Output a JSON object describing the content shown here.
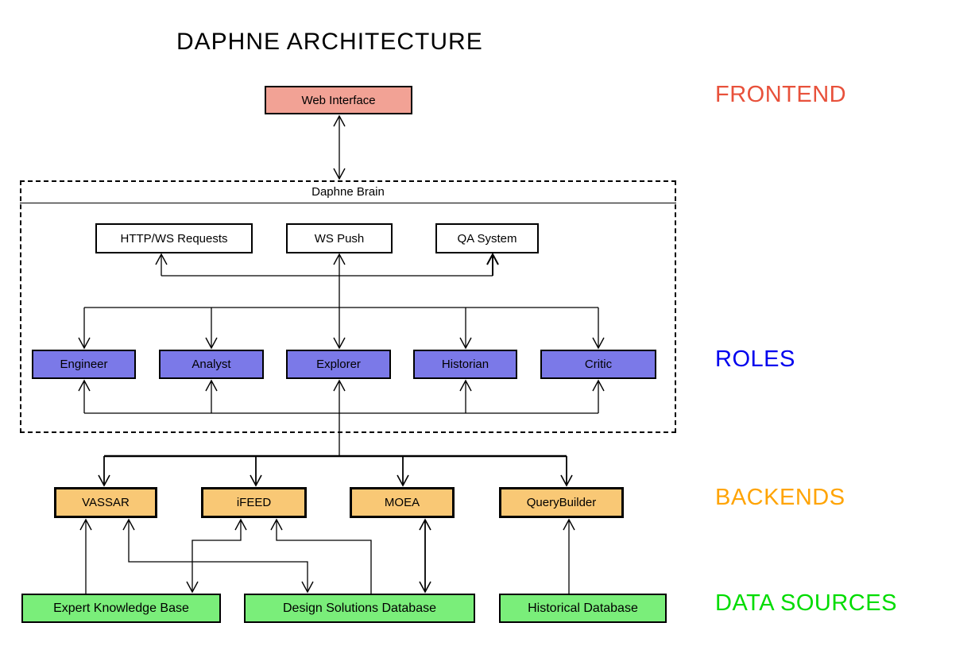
{
  "title": "DAPHNE ARCHITECTURE",
  "sections": {
    "frontend": {
      "label": "FRONTEND",
      "color": "#E8513B"
    },
    "roles": {
      "label": "ROLES",
      "color": "#0000EE"
    },
    "backends": {
      "label": "BACKENDS",
      "color": "#FFA405"
    },
    "data_sources": {
      "label": "DATA SOURCES",
      "color": "#00DC00"
    }
  },
  "nodes": {
    "web_interface": {
      "label": "Web Interface",
      "fill": "#F2A295"
    },
    "daphne_brain": {
      "label": "Daphne Brain"
    },
    "services": [
      {
        "label": "HTTP/WS Requests"
      },
      {
        "label": "WS Push"
      },
      {
        "label": "QA System"
      }
    ],
    "roles": [
      {
        "label": "Engineer"
      },
      {
        "label": "Analyst"
      },
      {
        "label": "Explorer"
      },
      {
        "label": "Historian"
      },
      {
        "label": "Critic"
      }
    ],
    "backends": [
      {
        "label": "VASSAR"
      },
      {
        "label": "iFEED"
      },
      {
        "label": "MOEA"
      },
      {
        "label": "QueryBuilder"
      }
    ],
    "data_sources": [
      {
        "label": "Expert Knowledge Base"
      },
      {
        "label": "Design Solutions Database"
      },
      {
        "label": "Historical Database"
      }
    ]
  },
  "colors": {
    "role_fill": "#7B79E8",
    "backend_fill": "#F9C875",
    "data_source_fill": "#7AEE7A",
    "frontend_fill": "#F2A295"
  }
}
